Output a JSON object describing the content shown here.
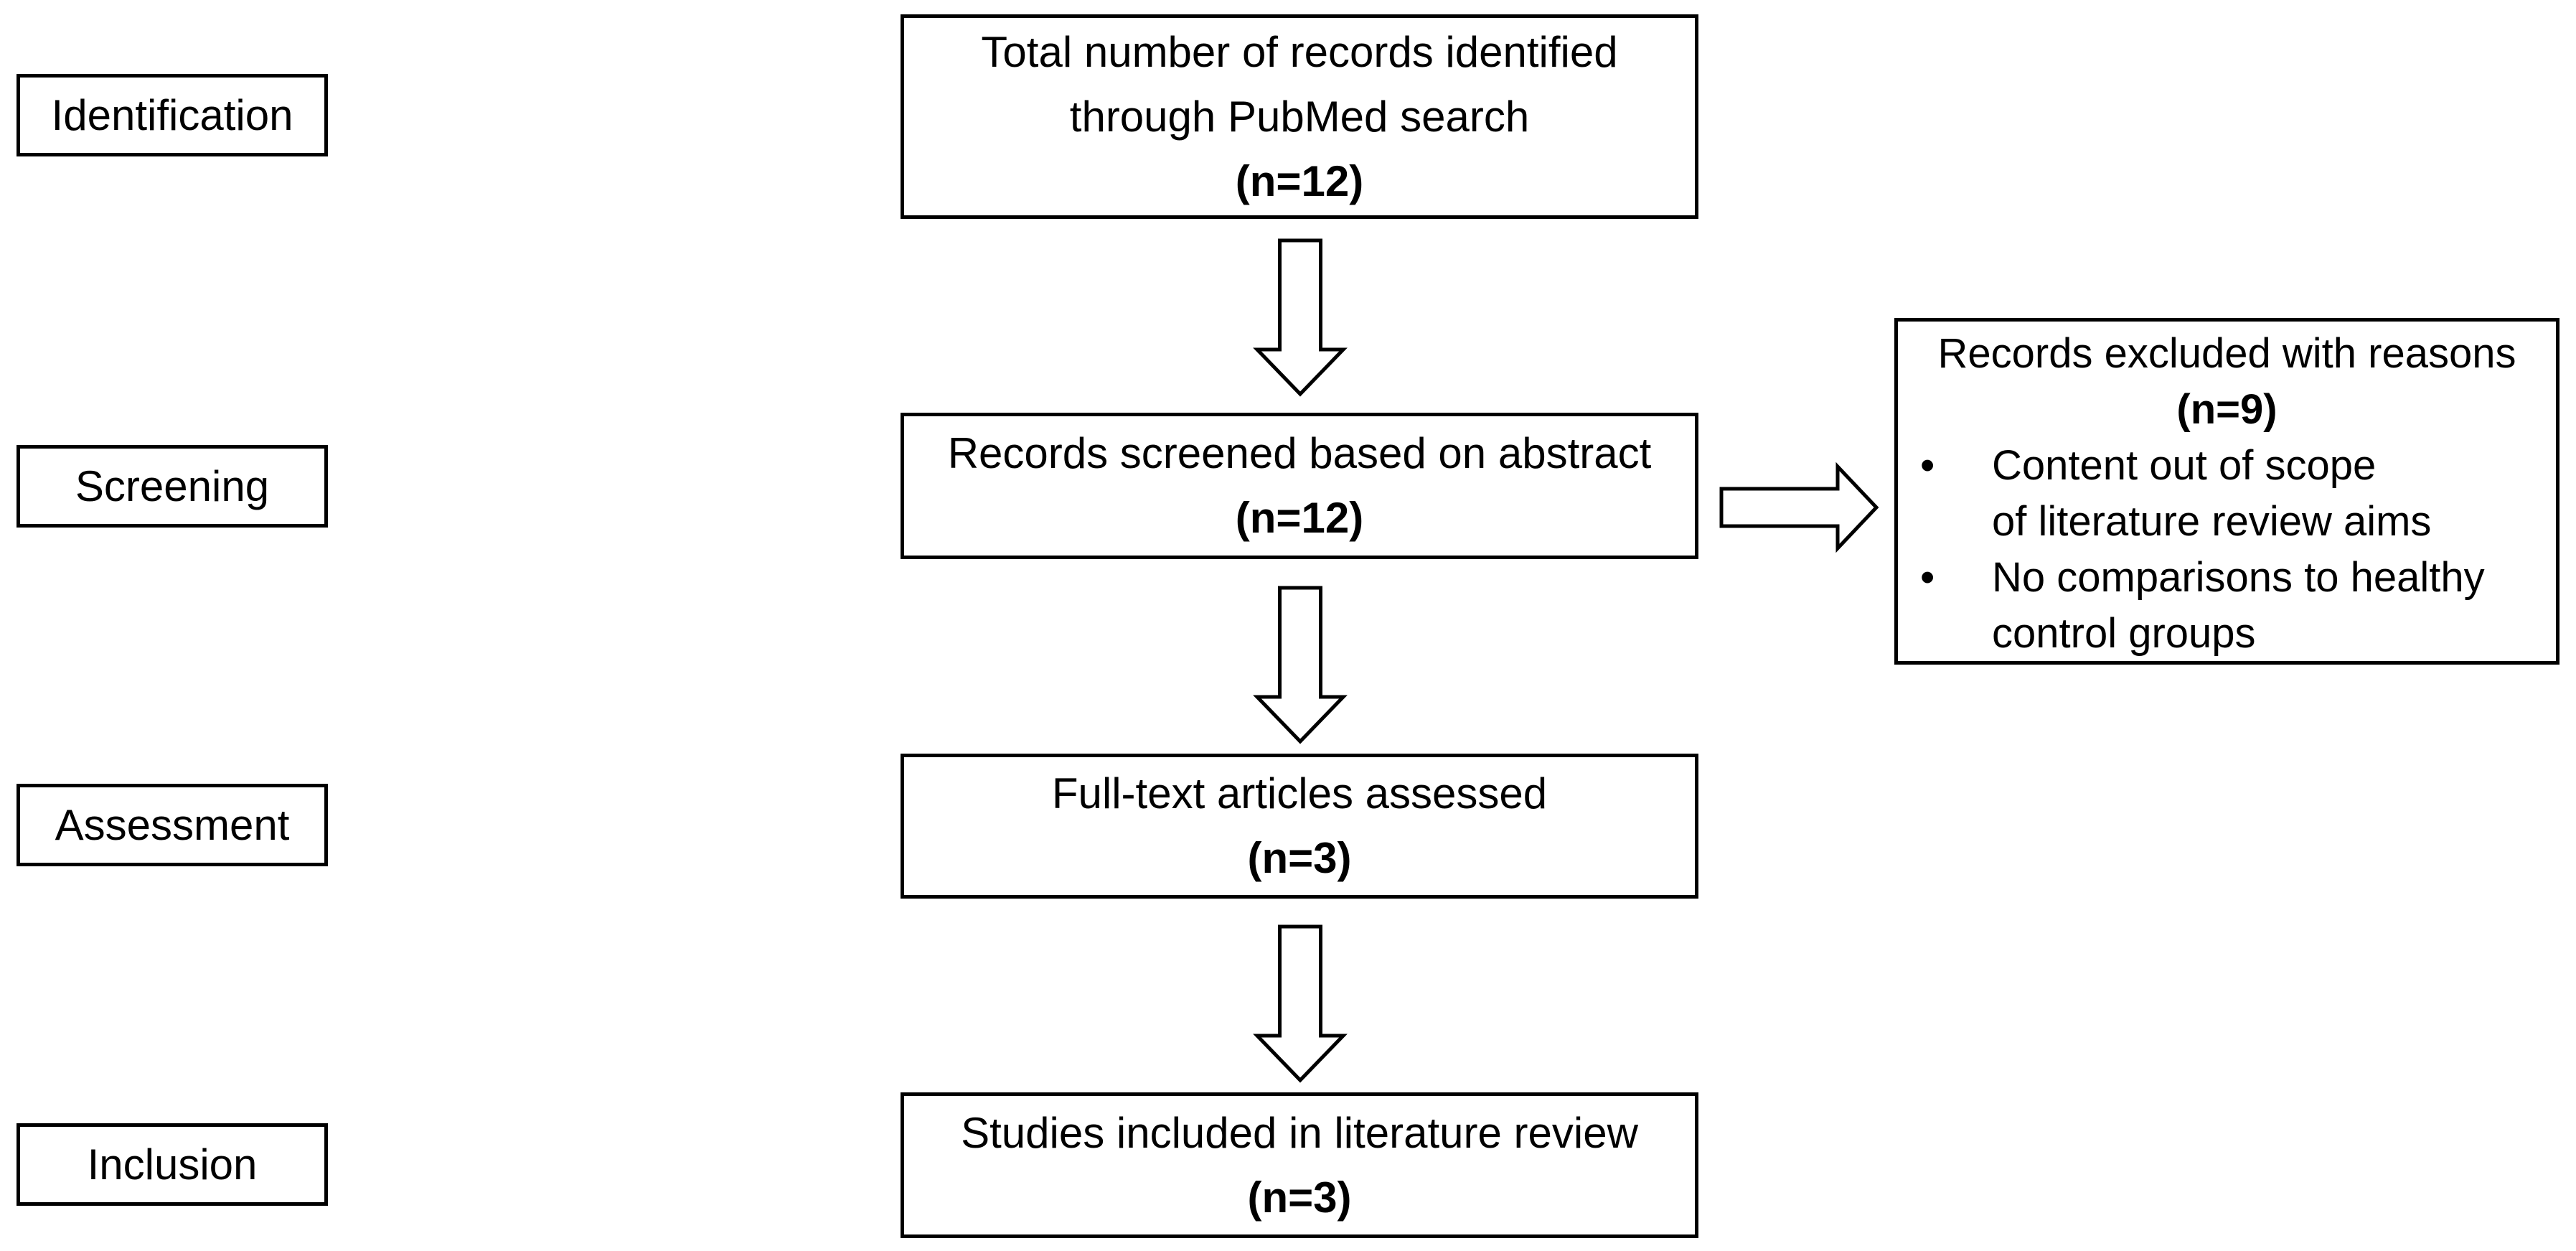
{
  "diagram": {
    "type": "prisma-flow",
    "bullet_char": "•",
    "colors": {
      "background": "#ffffff",
      "border": "#000000",
      "text": "#000000"
    },
    "stages": [
      {
        "label": "Identification"
      },
      {
        "label": "Screening"
      },
      {
        "label": "Assessment"
      },
      {
        "label": "Inclusion"
      }
    ],
    "flow_boxes": [
      {
        "text": "Total number of records identified\nthrough PubMed search",
        "n": "(n=12)"
      },
      {
        "text": "Records screened based on abstract",
        "n": "(n=12)"
      },
      {
        "text": "Full-text articles assessed",
        "n": "(n=3)"
      },
      {
        "text": "Studies included in literature review",
        "n": "(n=3)"
      }
    ],
    "exclusion_box": {
      "title": "Records excluded with reasons",
      "n": "(n=9)",
      "bullets": [
        "Content out of scope\nof literature review aims",
        "No comparisons to healthy\ncontrol groups"
      ]
    }
  }
}
